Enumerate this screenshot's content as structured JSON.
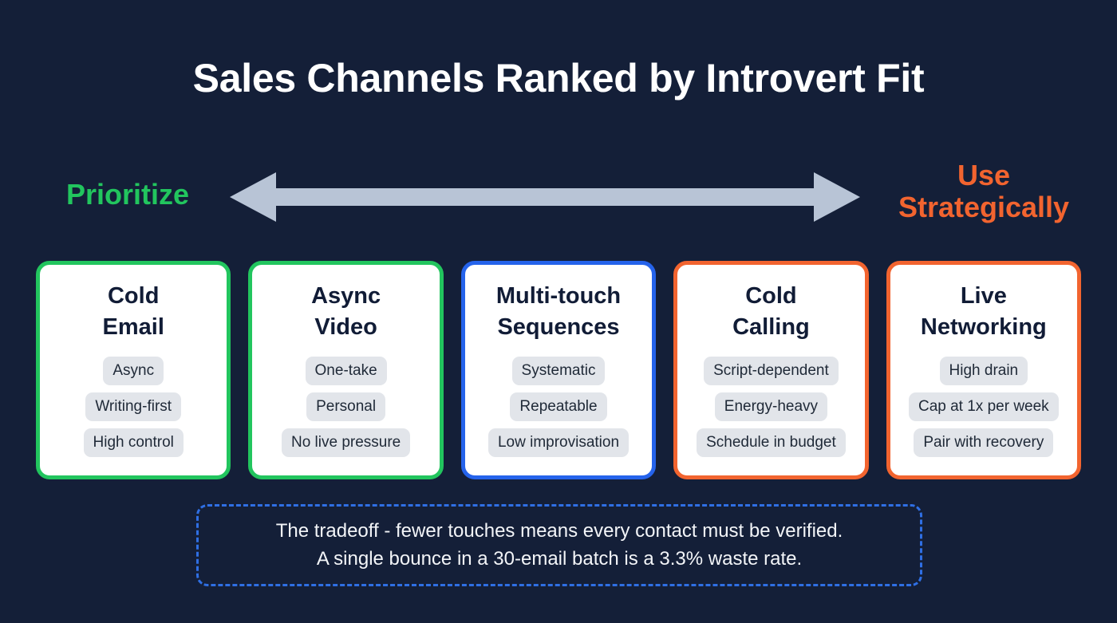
{
  "page": {
    "title": "Sales Channels Ranked by Introvert Fit",
    "background_color": "#141f38"
  },
  "spectrum": {
    "left_label": "Prioritize",
    "left_label_color": "#22c55e",
    "right_label": "Use\nStrategically",
    "right_label_color": "#f2642f",
    "arrow_name": "double-headed-arrow-icon",
    "arrow_color": "#b8c4d6"
  },
  "cards": [
    {
      "title": "Cold\nEmail",
      "accent": "green",
      "accent_color": "#22c55e",
      "tags": [
        "Async",
        "Writing-first",
        "High control"
      ]
    },
    {
      "title": "Async\nVideo",
      "accent": "green",
      "accent_color": "#22c55e",
      "tags": [
        "One-take",
        "Personal",
        "No live pressure"
      ]
    },
    {
      "title": "Multi-touch\nSequences",
      "accent": "blue",
      "accent_color": "#2563eb",
      "tags": [
        "Systematic",
        "Repeatable",
        "Low improvisation"
      ]
    },
    {
      "title": "Cold\nCalling",
      "accent": "orange",
      "accent_color": "#f2642f",
      "tags": [
        "Script-dependent",
        "Energy-heavy",
        "Schedule in budget"
      ]
    },
    {
      "title": "Live\nNetworking",
      "accent": "orange",
      "accent_color": "#f2642f",
      "tags": [
        "High drain",
        "Cap at 1x per week",
        "Pair with recovery"
      ]
    }
  ],
  "footer": {
    "text": "The tradeoff - fewer touches means every contact must be verified.\nA single bounce in a 30-email batch is a 3.3% waste rate.",
    "border_color": "#2f6fe4"
  }
}
